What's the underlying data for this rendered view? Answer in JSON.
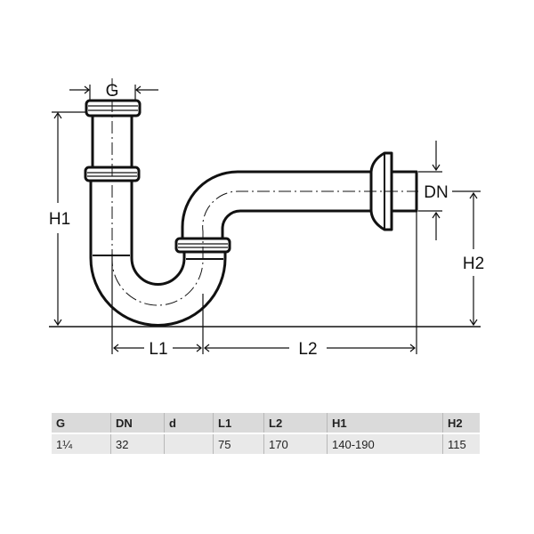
{
  "drawing": {
    "labels": {
      "G": "G",
      "H1": "H1",
      "H2": "H2",
      "L1": "L1",
      "L2": "L2",
      "DN": "DN"
    }
  },
  "table": {
    "headers": [
      "G",
      "DN",
      "d",
      "L1",
      "L2",
      "H1",
      "H2"
    ],
    "rows": [
      [
        "1¼",
        "32",
        "",
        "75",
        "170",
        "140-190",
        "115"
      ]
    ]
  }
}
